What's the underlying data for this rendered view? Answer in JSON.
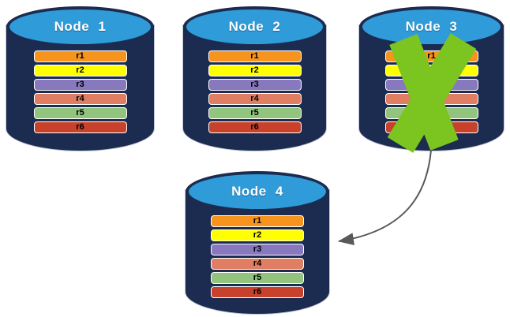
{
  "palette": {
    "cylinder_body": "#1C2B50",
    "cylinder_top": "#2F9BD8",
    "node_title_text": "#FFFFFF",
    "row_border": "#FFFFFF",
    "row_text": "#000000",
    "x_mark": "#7CC41F",
    "arrow": "#595959"
  },
  "nodes": [
    {
      "title": "Node 1",
      "rows": [
        {
          "label": "r1",
          "color": "#F7941D"
        },
        {
          "label": "r2",
          "color": "#FFFF00"
        },
        {
          "label": "r3",
          "color": "#8878BE"
        },
        {
          "label": "r4",
          "color": "#DF7E63"
        },
        {
          "label": "r5",
          "color": "#93C47D"
        },
        {
          "label": "r6",
          "color": "#C8412B"
        }
      ]
    },
    {
      "title": "Node 2",
      "rows": [
        {
          "label": "r1",
          "color": "#F7941D"
        },
        {
          "label": "r2",
          "color": "#FFFF00"
        },
        {
          "label": "r3",
          "color": "#8878BE"
        },
        {
          "label": "r4",
          "color": "#DF7E63"
        },
        {
          "label": "r5",
          "color": "#93C47D"
        },
        {
          "label": "r6",
          "color": "#C8412B"
        }
      ]
    },
    {
      "title": "Node 3",
      "rows": [
        {
          "label": "r1",
          "color": "#F7941D"
        },
        {
          "label": "r2",
          "color": "#FFFF00"
        },
        {
          "label": "r3",
          "color": "#8878BE"
        },
        {
          "label": "r4",
          "color": "#DF7E63"
        },
        {
          "label": "r5",
          "color": "#93C47D"
        },
        {
          "label": "r6",
          "color": "#C8412B"
        }
      ]
    },
    {
      "title": "Node 4",
      "rows": [
        {
          "label": "r1",
          "color": "#F7941D"
        },
        {
          "label": "r2",
          "color": "#FFFF00"
        },
        {
          "label": "r3",
          "color": "#8878BE"
        },
        {
          "label": "r4",
          "color": "#DF7E63"
        },
        {
          "label": "r5",
          "color": "#93C47D"
        },
        {
          "label": "r6",
          "color": "#C8412B"
        }
      ]
    }
  ],
  "annotations": {
    "x_mark_on": "Node 3",
    "arrow_from": "Node 3",
    "arrow_to": "Node 4"
  }
}
